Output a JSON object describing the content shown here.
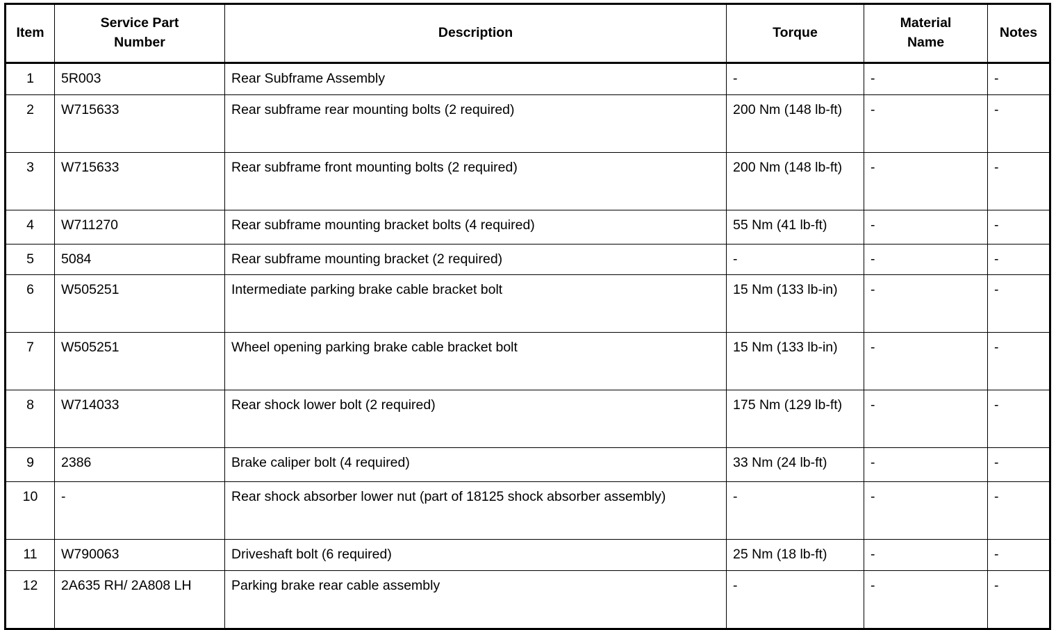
{
  "table": {
    "columns": [
      {
        "key": "item",
        "label": "Item"
      },
      {
        "key": "part",
        "label": "Service Part Number"
      },
      {
        "key": "desc",
        "label": "Description"
      },
      {
        "key": "torque",
        "label": "Torque"
      },
      {
        "key": "material",
        "label": "Material Name"
      },
      {
        "key": "notes",
        "label": "Notes"
      }
    ],
    "header": {
      "item": "Item",
      "part_line1": "Service Part",
      "part_line2": "Number",
      "desc": "Description",
      "torque": "Torque",
      "material_line1": "Material",
      "material_line2": "Name",
      "notes": "Notes"
    },
    "rows": [
      {
        "item": "1",
        "part": "5R003",
        "desc": "Rear Subframe Assembly",
        "torque": "-",
        "material": "-",
        "notes": "-"
      },
      {
        "item": "2",
        "part": "W715633",
        "desc": "Rear subframe rear mounting bolts (2 required)",
        "torque": "200 Nm (148 lb-ft)",
        "material": "-",
        "notes": "-"
      },
      {
        "item": "3",
        "part": "W715633",
        "desc": "Rear subframe front mounting bolts (2 required)",
        "torque": "200 Nm (148 lb-ft)",
        "material": "-",
        "notes": "-"
      },
      {
        "item": "4",
        "part": "W711270",
        "desc": "Rear subframe mounting bracket bolts (4 required)",
        "torque": "55 Nm (41 lb-ft)",
        "material": "-",
        "notes": "-"
      },
      {
        "item": "5",
        "part": "5084",
        "desc": "Rear subframe mounting bracket (2 required)",
        "torque": "-",
        "material": "-",
        "notes": "-"
      },
      {
        "item": "6",
        "part": "W505251",
        "desc": "Intermediate parking brake cable bracket bolt",
        "torque": "15 Nm (133 lb-in)",
        "material": "-",
        "notes": "-"
      },
      {
        "item": "7",
        "part": "W505251",
        "desc": "Wheel opening parking brake cable bracket bolt",
        "torque": "15 Nm (133 lb-in)",
        "material": "-",
        "notes": "-"
      },
      {
        "item": "8",
        "part": "W714033",
        "desc": "Rear shock lower bolt (2 required)",
        "torque": "175 Nm (129 lb-ft)",
        "material": "-",
        "notes": "-"
      },
      {
        "item": "9",
        "part": "2386",
        "desc": "Brake caliper bolt (4 required)",
        "torque": "33 Nm (24 lb-ft)",
        "material": "-",
        "notes": "-"
      },
      {
        "item": "10",
        "part": "-",
        "desc": "Rear shock absorber lower nut (part of 18125 shock absorber assembly)",
        "torque": "-",
        "material": "-",
        "notes": "-"
      },
      {
        "item": "11",
        "part": "W790063",
        "desc": "Driveshaft bolt (6 required)",
        "torque": "25 Nm (18 lb-ft)",
        "material": "-",
        "notes": "-"
      },
      {
        "item": "12",
        "part": "2A635 RH/ 2A808 LH",
        "desc": "Parking brake rear cable assembly",
        "torque": "-",
        "material": "-",
        "notes": "-"
      }
    ],
    "row_heights": [
      "r-h3",
      "r-h2",
      "r-h2",
      "r-h1",
      "r-h3",
      "r-h2",
      "r-h2",
      "r-h2",
      "r-h1",
      "r-h2",
      "r-h3",
      "r-h2"
    ]
  },
  "colors": {
    "border": "#000000",
    "text": "#000000",
    "background": "#ffffff"
  }
}
